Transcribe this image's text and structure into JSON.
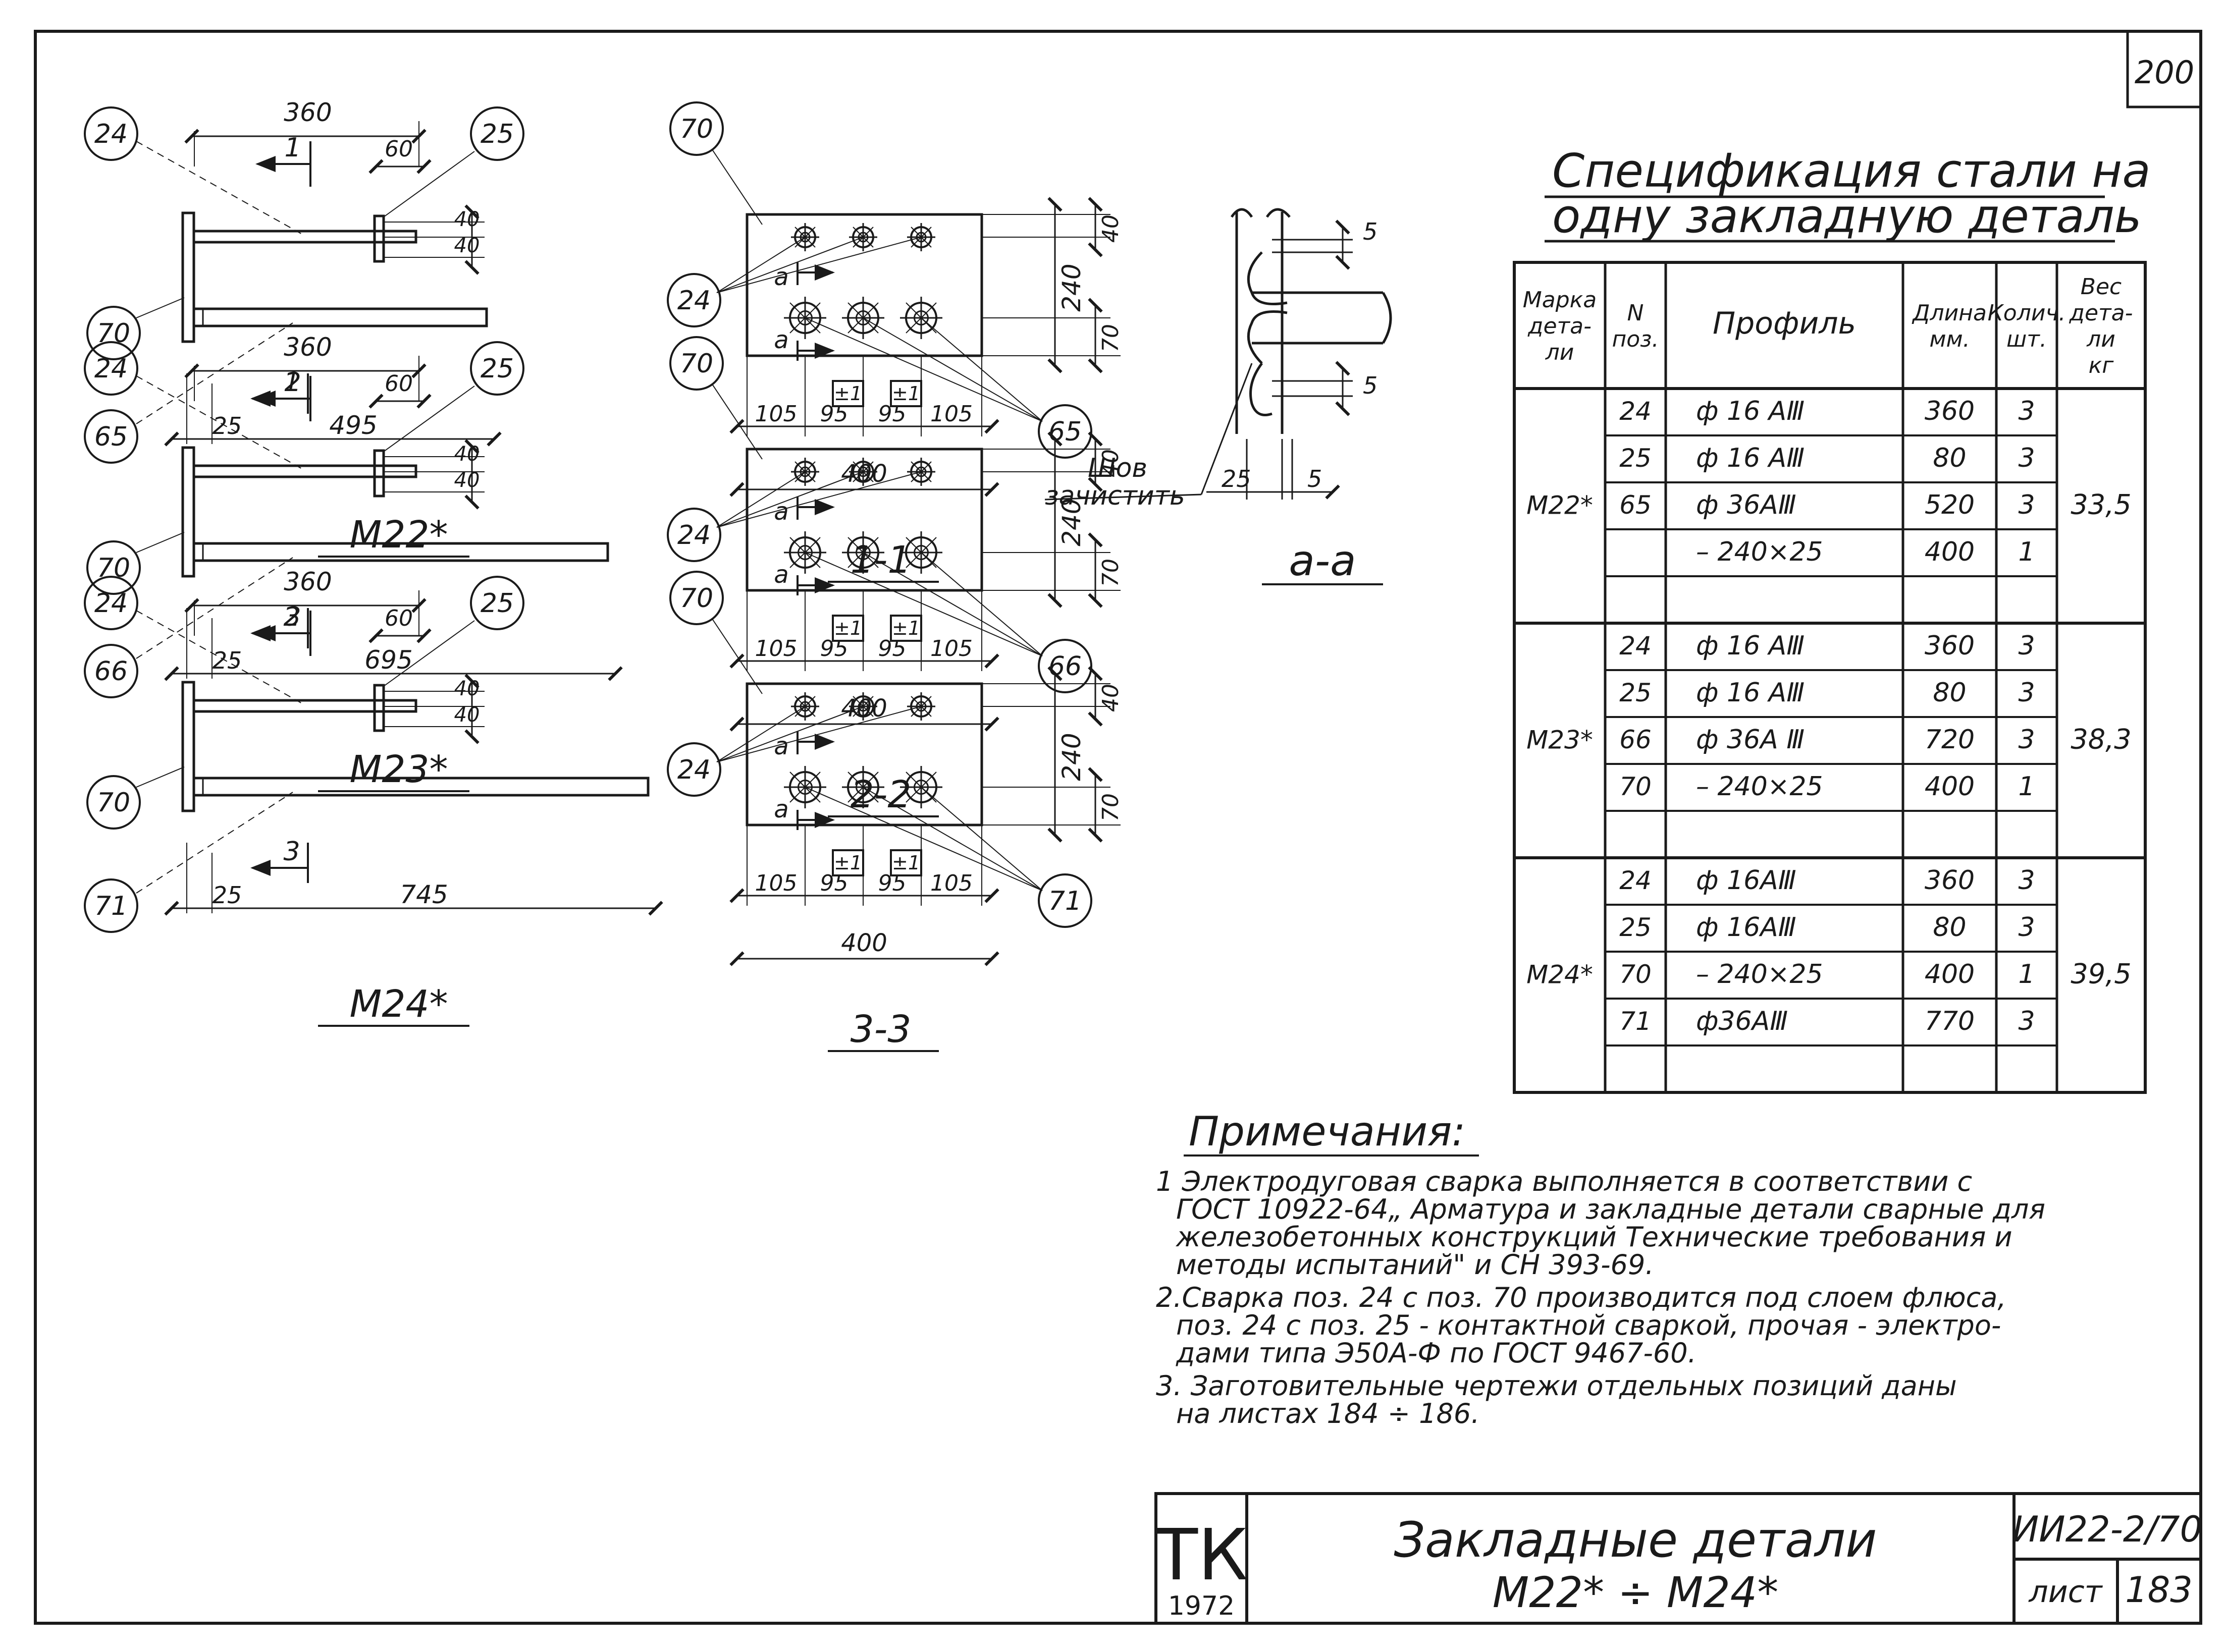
{
  "sheet": {
    "number": "200"
  },
  "views": [
    {
      "label": "М22*",
      "section_label": "1-1",
      "section_no": "1",
      "len_top": "360",
      "len_stud": "60",
      "dim_a": "40",
      "dim_b": "40",
      "len_start": "25",
      "len_total": "495",
      "pos_top_left": "24",
      "pos_top_right": "25",
      "pos_plate": "70",
      "pos_bar": "65",
      "sec_pos_plate": "70",
      "sec_pos_small": "24",
      "sec_pos_large": "65",
      "sec_height": "240",
      "sec_d1": "40",
      "sec_d2": "70",
      "sec_w": [
        "105",
        "95",
        "95",
        "105"
      ],
      "sec_total": "400",
      "tol_1": "±1",
      "tol_2": "±1",
      "cut_a": "а"
    },
    {
      "label": "М23*",
      "section_label": "2-2",
      "section_no": "2",
      "len_top": "360",
      "len_stud": "60",
      "dim_a": "40",
      "dim_b": "40",
      "len_start": "25",
      "len_total": "695",
      "pos_top_left": "24",
      "pos_top_right": "25",
      "pos_plate": "70",
      "pos_bar": "66",
      "sec_pos_plate": "70",
      "sec_pos_small": "24",
      "sec_pos_large": "66",
      "sec_height": "240",
      "sec_d1": "40",
      "sec_d2": "70",
      "sec_w": [
        "105",
        "95",
        "95",
        "105"
      ],
      "sec_total": "400",
      "tol_1": "±1",
      "tol_2": "±1",
      "cut_a": "а"
    },
    {
      "label": "М24*",
      "section_label": "3-3",
      "section_no": "3",
      "len_top": "360",
      "len_stud": "60",
      "dim_a": "40",
      "dim_b": "40",
      "len_start": "25",
      "len_total": "745",
      "pos_top_left": "24",
      "pos_top_right": "25",
      "pos_plate": "70",
      "pos_bar": "71",
      "sec_pos_plate": "70",
      "sec_pos_small": "24",
      "sec_pos_large": "71",
      "sec_height": "240",
      "sec_d1": "40",
      "sec_d2": "70",
      "sec_w": [
        "105",
        "95",
        "95",
        "105"
      ],
      "sec_total": "400",
      "tol_1": "±1",
      "tol_2": "±1",
      "cut_a": "а"
    }
  ],
  "detail_aa": {
    "label": "а-а",
    "weld_note_1": "Шов",
    "weld_note_2": "зачистить",
    "dim_top": "5",
    "dim_bottom": "5",
    "dim_plate": "25",
    "dim_gap": "5"
  },
  "spec": {
    "title_line1": "Спецификация стали на",
    "title_line2": "одну закладную деталь",
    "headers": {
      "mark": [
        "Марка",
        "детa-",
        "ли"
      ],
      "pos": [
        "N",
        "поз."
      ],
      "profile": [
        "Профиль"
      ],
      "length": [
        "Длина",
        "мм."
      ],
      "qty": [
        "Колич.",
        "шт."
      ],
      "weight": [
        "Вес",
        "дета-",
        "ли",
        "кг"
      ]
    },
    "groups": [
      {
        "mark": "М22*",
        "weight": "33,5",
        "rows": [
          {
            "pos": "24",
            "profile": "ф 16 АⅢ",
            "length": "360",
            "qty": "3"
          },
          {
            "pos": "25",
            "profile": "ф 16 АⅢ",
            "length": "80",
            "qty": "3"
          },
          {
            "pos": "65",
            "profile": "ф 36АⅢ",
            "length": "520",
            "qty": "3"
          },
          {
            "pos": "",
            "profile": "– 240×25",
            "length": "400",
            "qty": "1"
          },
          {
            "pos": "",
            "profile": "",
            "length": "",
            "qty": ""
          }
        ]
      },
      {
        "mark": "М23*",
        "weight": "38,3",
        "rows": [
          {
            "pos": "24",
            "profile": "ф 16 АⅢ",
            "length": "360",
            "qty": "3"
          },
          {
            "pos": "25",
            "profile": "ф 16 АⅢ",
            "length": "80",
            "qty": "3"
          },
          {
            "pos": "66",
            "profile": "ф 36А Ⅲ",
            "length": "720",
            "qty": "3"
          },
          {
            "pos": "70",
            "profile": "– 240×25",
            "length": "400",
            "qty": "1"
          },
          {
            "pos": "",
            "profile": "",
            "length": "",
            "qty": ""
          }
        ]
      },
      {
        "mark": "М24*",
        "weight": "39,5",
        "rows": [
          {
            "pos": "24",
            "profile": "ф 16АⅢ",
            "length": "360",
            "qty": "3"
          },
          {
            "pos": "25",
            "profile": "ф 16АⅢ",
            "length": "80",
            "qty": "3"
          },
          {
            "pos": "70",
            "profile": "– 240×25",
            "length": "400",
            "qty": "1"
          },
          {
            "pos": "71",
            "profile": "ф36АⅢ",
            "length": "770",
            "qty": "3"
          },
          {
            "pos": "",
            "profile": "",
            "length": "",
            "qty": ""
          }
        ]
      }
    ]
  },
  "notes": {
    "title": "Примечания:",
    "lines": [
      "1 Электродуговая сварка выполняется в соответствии с",
      "ГОСТ 10922-64„ Арматура и закладные детали сварные для",
      "железобетонных конструкций Технические требования и",
      "методы испытаний\" и СН 393-69.",
      "2.Сварка поз. 24 с поз. 70 производится под слоем флюса,",
      "поз. 24 с поз. 25 - контактной сваркой, прочая - электро-",
      "дами типа Э50А-Ф по ГОСТ 9467-60.",
      "3. Заготовительные чертежи отдельных позиций даны",
      "на листах 184 ÷ 186."
    ]
  },
  "title_block": {
    "stamp": "ТК",
    "year": "1972",
    "title_line1": "Закладные детали",
    "title_line2": "М22* ÷ М24*",
    "code": "ИИ22-2/70",
    "sheet_label": "лист",
    "sheet_number": "183"
  }
}
